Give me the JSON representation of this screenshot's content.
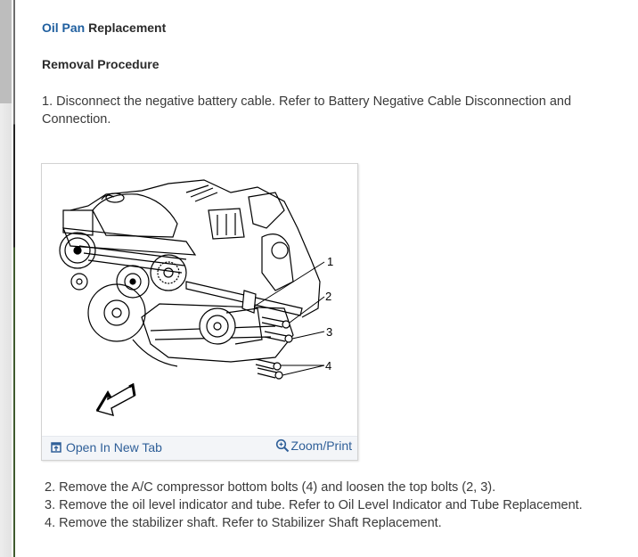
{
  "page": {
    "title_link": "Oil Pan",
    "title_rest": " Replacement",
    "section_heading": "Removal Procedure",
    "step_1": " 1. Disconnect the negative battery cable. Refer to Battery Negative Cable Disconnection and Connection.",
    "figure": {
      "callouts": [
        "1",
        "2",
        "3",
        "4"
      ],
      "open_tab_label": "Open In New Tab",
      "open_tab_icon": "open-in-new-tab-icon",
      "zoom_label": "Zoom/Print",
      "zoom_icon": "zoom-in-magnifier-icon"
    },
    "steps": [
      "2. Remove the A/C compressor bottom bolts (4) and loosen the top bolts (2, 3).",
      "3. Remove the oil level indicator and tube. Refer to Oil Level Indicator and Tube Replacement.",
      "4. Remove the stabilizer shaft. Refer to Stabilizer Shaft Replacement."
    ]
  },
  "colors": {
    "link": "#1f5f9f",
    "text": "#3a3a3a",
    "caption_bg": "#f3f5f8",
    "caption_text": "#2f5f98"
  }
}
